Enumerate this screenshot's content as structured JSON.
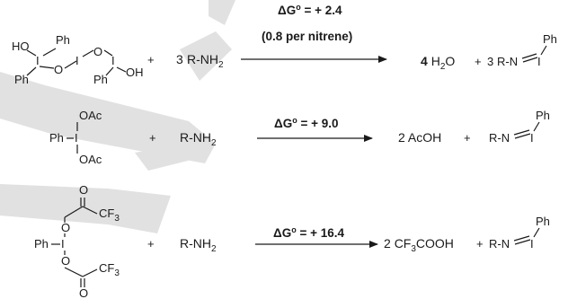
{
  "colors": {
    "ink": "#1a1a1a",
    "watermark": "#bdbdbd",
    "background": "#ffffff"
  },
  "reactions": [
    {
      "oxidant": {
        "labels": [
          "HO",
          "Ph",
          "I",
          "O",
          "I",
          "O",
          "I",
          "OH",
          "Ph",
          "Ph"
        ]
      },
      "plus1": "+",
      "coeff_amine": "3",
      "amine": {
        "main": "R-NH",
        "sub": "2"
      },
      "dg": {
        "delta": "ΔG",
        "sup": "o",
        "value": " = + 2.4"
      },
      "dg_note": "(0.8 per nitrene)",
      "byproduct": {
        "coeff": "4",
        "main": "H",
        "sub": "2",
        "tail": "O"
      },
      "plus2": "+",
      "nitrene": {
        "coeff": "3",
        "rn": "R-N",
        "i": "I",
        "ph": "Ph"
      }
    },
    {
      "oxidant": {
        "labels": [
          "OAc",
          "Ph",
          "I",
          "OAc"
        ]
      },
      "plus1": "+",
      "amine": {
        "main": "R-NH",
        "sub": "2"
      },
      "dg": {
        "delta": "ΔG",
        "sup": "o",
        "value": " = + 9.0"
      },
      "byproduct": {
        "coeff": "2",
        "main": "AcOH"
      },
      "plus2": "+",
      "nitrene": {
        "rn": "R-N",
        "i": "I",
        "ph": "Ph"
      }
    },
    {
      "oxidant": {
        "labels": [
          "O",
          "CF",
          "3",
          "Ph",
          "I",
          "O",
          "O",
          "CF",
          "3",
          "O"
        ]
      },
      "plus1": "+",
      "amine": {
        "main": "R-NH",
        "sub": "2"
      },
      "dg": {
        "delta": "ΔG",
        "sup": "o",
        "value": " = + 16.4"
      },
      "byproduct": {
        "coeff": "2",
        "main": "CF",
        "sub": "3",
        "tail": "COOH"
      },
      "plus2": "+",
      "nitrene": {
        "rn": "R-N",
        "i": "I",
        "ph": "Ph"
      }
    }
  ]
}
